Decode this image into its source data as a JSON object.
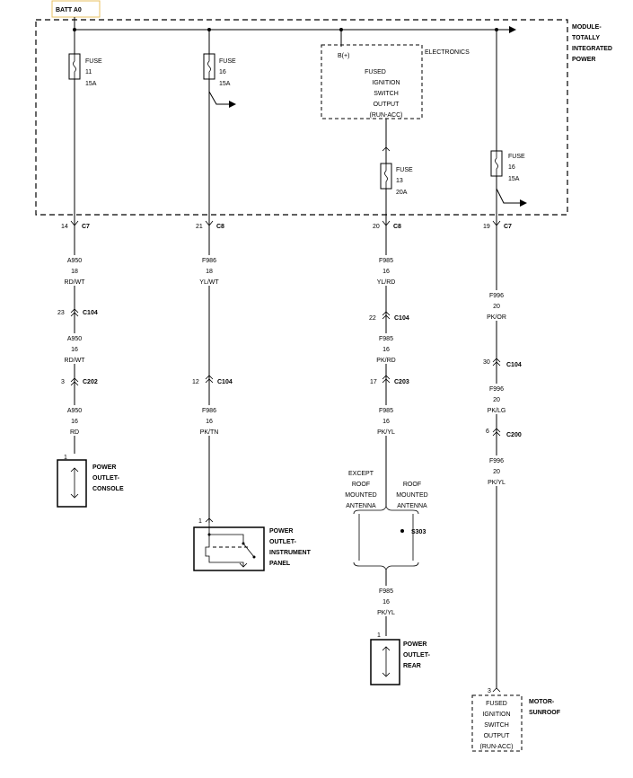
{
  "batt_label": "BATT A0",
  "module": {
    "name_lines": [
      "MODULE-",
      "TOTALLY",
      "INTEGRATED",
      "POWER"
    ],
    "electronics_label": "ELECTRONICS",
    "b_plus": "B(+)",
    "output_lines": [
      "FUSED",
      "IGNITION",
      "SWITCH",
      "OUTPUT",
      "(RUN-ACC)"
    ]
  },
  "fuses": [
    {
      "label": "FUSE",
      "num": "11",
      "amps": "15A"
    },
    {
      "label": "FUSE",
      "num": "16",
      "amps": "15A"
    },
    {
      "label": "FUSE",
      "num": "13",
      "amps": "20A"
    },
    {
      "label": "FUSE",
      "num": "16",
      "amps": "15A"
    }
  ],
  "circuits": {
    "console": {
      "cav_top": "14",
      "conn_top": "C7",
      "wires": [
        {
          "circuit": "A950",
          "gauge": "18",
          "color": "RD/WT"
        },
        {
          "circuit": "A950",
          "gauge": "16",
          "color": "RD/WT"
        },
        {
          "circuit": "A950",
          "gauge": "16",
          "color": "RD"
        }
      ],
      "connectors": [
        {
          "cav": "23",
          "name": "C104"
        },
        {
          "cav": "3",
          "name": "C202"
        }
      ],
      "pin": "1",
      "component_lines": [
        "POWER",
        "OUTLET-",
        "CONSOLE"
      ]
    },
    "instrument": {
      "cav_top": "21",
      "conn_top": "C8",
      "wires": [
        {
          "circuit": "F986",
          "gauge": "18",
          "color": "YL/WT"
        },
        {
          "circuit": "F986",
          "gauge": "16",
          "color": "PK/TN"
        }
      ],
      "connectors": [
        {
          "cav": "12",
          "name": "C104"
        }
      ],
      "pin": "1",
      "component_lines": [
        "POWER",
        "OUTLET-",
        "INSTRUMENT",
        "PANEL"
      ]
    },
    "rear": {
      "cav_top": "20",
      "conn_top": "C8",
      "wires": [
        {
          "circuit": "F985",
          "gauge": "16",
          "color": "YL/RD"
        },
        {
          "circuit": "F985",
          "gauge": "16",
          "color": "PK/RD"
        },
        {
          "circuit": "F985",
          "gauge": "16",
          "color": "PK/YL"
        },
        {
          "circuit": "F985",
          "gauge": "16",
          "color": "PK/YL"
        }
      ],
      "connectors": [
        {
          "cav": "22",
          "name": "C104"
        },
        {
          "cav": "17",
          "name": "C203"
        }
      ],
      "option_left": [
        "EXCEPT",
        "ROOF",
        "MOUNTED",
        "ANTENNA"
      ],
      "option_right": [
        "ROOF",
        "MOUNTED",
        "ANTENNA"
      ],
      "splice": "S303",
      "pin": "1",
      "component_lines": [
        "POWER",
        "OUTLET-",
        "REAR"
      ]
    },
    "sunroof": {
      "cav_top": "19",
      "conn_top": "C7",
      "wires": [
        {
          "circuit": "F996",
          "gauge": "20",
          "color": "PK/OR"
        },
        {
          "circuit": "F996",
          "gauge": "20",
          "color": "PK/LG"
        },
        {
          "circuit": "F996",
          "gauge": "20",
          "color": "PK/YL"
        }
      ],
      "connectors": [
        {
          "cav": "30",
          "name": "C104"
        },
        {
          "cav": "6",
          "name": "C200"
        }
      ],
      "pin": "3",
      "component_name_lines": [
        "MOTOR-",
        "SUNROOF"
      ],
      "component_box_lines": [
        "FUSED",
        "IGNITION",
        "SWITCH",
        "OUTPUT",
        "(RUN-ACC)"
      ]
    }
  }
}
